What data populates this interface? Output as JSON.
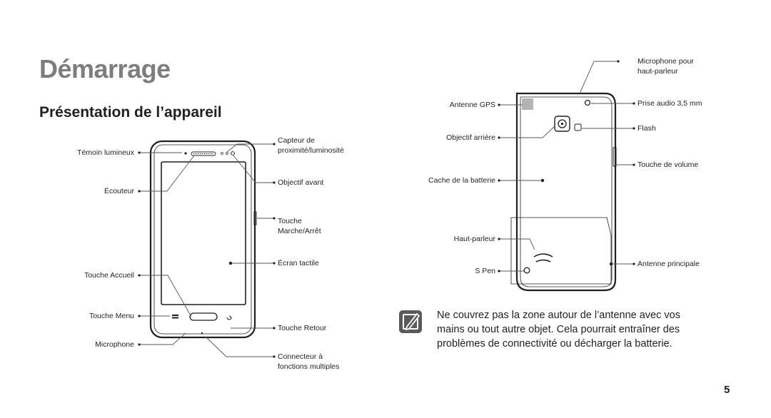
{
  "page": {
    "title": "Démarrage",
    "section_title": "Présentation de l’appareil",
    "page_number": "5"
  },
  "front_labels": {
    "led": "Témoin lumineux",
    "earpiece": "Écouteur",
    "home_key": "Touche Accueil",
    "menu_key": "Touche Menu",
    "microphone": "Microphone",
    "sensor_l1": "Capteur de",
    "sensor_l2": "proximité/luminosité",
    "front_camera": "Objectif avant",
    "power_l1": "Touche",
    "power_l2": "Marche/Arrêt",
    "touchscreen": "Écran tactile",
    "back_key": "Touche Retour",
    "mf_l1": "Connecteur à",
    "mf_l2": "fonctions multiples"
  },
  "back_labels": {
    "mic_l1": "Microphone pour",
    "mic_l2": "haut-parleur",
    "gps": "Antenne GPS",
    "headset": "Prise audio 3,5 mm",
    "rear_camera": "Objectif arrière",
    "flash": "Flash",
    "volume": "Touche de volume",
    "battery_cover": "Cache de la batterie",
    "speaker": "Haut-parleur",
    "spen": "S Pen",
    "main_antenna": "Antenne principale"
  },
  "note": {
    "icon": "note-pencil-icon",
    "text": "Ne couvrez pas la zone autour de l’antenne avec vos mains ou tout autre objet. Cela pourrait entraîner des problèmes de connectivité ou décharger la batterie."
  }
}
